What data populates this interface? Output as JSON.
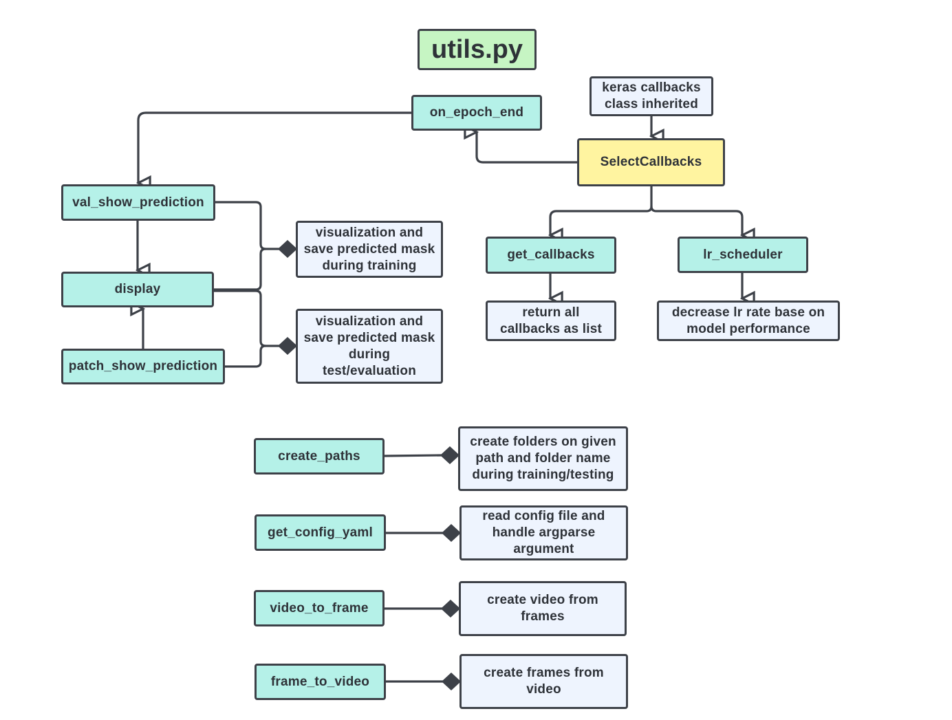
{
  "title": "utils.py",
  "nodes": {
    "on_epoch_end": "on_epoch_end",
    "keras_callbacks": "keras callbacks\nclass inherited",
    "select_callbacks": "SelectCallbacks",
    "val_show_prediction": "val_show_prediction",
    "display": "display",
    "patch_show_prediction": "patch_show_prediction",
    "viz_training": "visualization and\nsave predicted mask\nduring training",
    "viz_test": "visualization and\nsave predicted mask\nduring\ntest/evaluation",
    "get_callbacks": "get_callbacks",
    "lr_scheduler": "lr_scheduler",
    "return_callbacks": "return all\ncallbacks as list",
    "decrease_lr": "decrease lr rate base on\nmodel performance",
    "create_paths": "create_paths",
    "create_paths_desc": "create folders on given\npath and folder name\nduring training/testing",
    "get_config_yaml": "get_config_yaml",
    "get_config_yaml_desc": "read config file and\nhandle argparse\nargument",
    "video_to_frame": "video_to_frame",
    "video_to_frame_desc": "create video from\nframes",
    "frame_to_video": "frame_to_video",
    "frame_to_video_desc": "create frames from\nvideo"
  },
  "colors": {
    "function_fill": "#b5f1e8",
    "note_fill": "#eef4fe",
    "class_fill": "#fff4a0",
    "title_fill": "#c6f5c3",
    "stroke": "#3d4148"
  }
}
